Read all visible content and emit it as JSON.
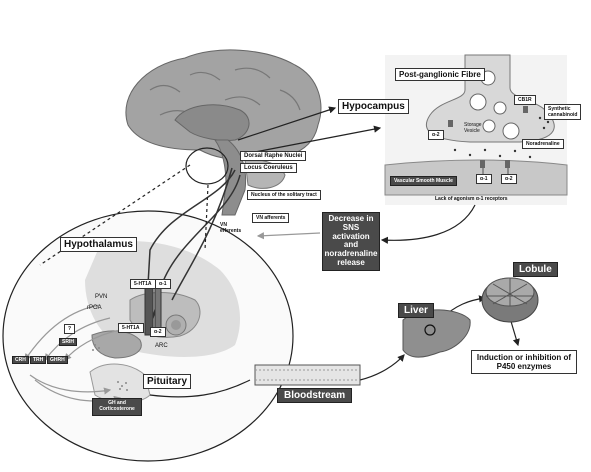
{
  "labels": {
    "post_ganglionic": "Post-ganglionic Fibre",
    "hippocampus": "Hypocampus",
    "dorsal_raphe": "Dorsal Raphe Nuclei",
    "locus_coeruleus": "Locus Coeruleus",
    "nucleus_solitary": "Nucleus of the solitary tract",
    "vn_afferents": "VN afferents",
    "vn_efferents": "VN\nefferents",
    "cb1r": "CB1R",
    "synthetic_cannabinoid": "Synthetic\ncannabinoid",
    "storage_vesicle": "Storage\nVesicle",
    "alpha2_top": "α-2",
    "noradrenaline": "Noradrenaline",
    "vascular_smooth_muscle": "Vascular Smooth Muscle",
    "alpha1": "α-1",
    "alpha2_bottom": "α-2",
    "lack_agonism": "Lack of agonism α-1 receptors",
    "decrease_sns": "Decrease in\nSNS\nactivation\nand\nnoradrenaline\nrelease",
    "hypothalamus": "Hypothalamus",
    "ht1a_1": "5-HT1A",
    "alpha1_hypo": "α-1",
    "pvn": "PVN",
    "rpoa": "rPOA",
    "ht1a_2": "5-HT1A",
    "alpha2_hypo": "α-2",
    "question": "?",
    "srih": "SRIH",
    "crh": "CRH",
    "trh": "TRH",
    "ghrh": "GHRH",
    "arc": "ARC",
    "pituitary": "Pituitary",
    "gh_cort": "GH and\nCorticosterone",
    "bloodstream": "Bloodstream",
    "liver": "Liver",
    "lobule": "Lobule",
    "p450": "Induction or inhibition of\nP450 enzymes"
  },
  "colors": {
    "dark_box": "#4a4a4a",
    "brain": "#9a9a9a",
    "panel": "#e9e9e9",
    "line": "#222222"
  }
}
